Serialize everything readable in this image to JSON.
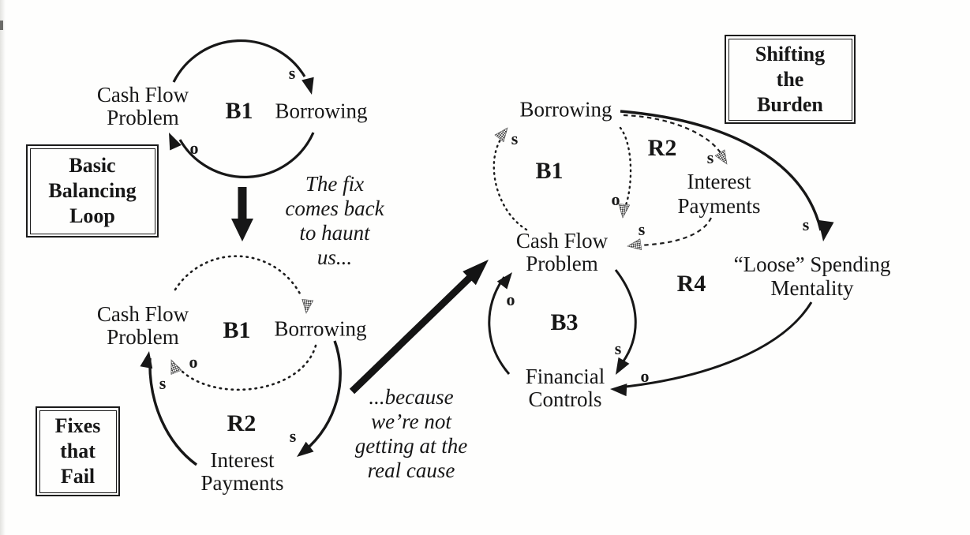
{
  "polarity": {
    "s": "s",
    "o": "o"
  },
  "loops": {
    "b1": "B1",
    "r2": "R2",
    "b3": "B3",
    "r4": "R4"
  },
  "sections": {
    "basic": {
      "box_label": "Basic\nBalancing\nLoop",
      "nodes": {
        "cash_flow": "Cash Flow\nProblem",
        "borrowing": "Borrowing"
      }
    },
    "fixes": {
      "box_label": "Fixes\nthat\nFail",
      "nodes": {
        "cash_flow": "Cash Flow\nProblem",
        "borrowing": "Borrowing",
        "interest": "Interest\nPayments"
      }
    },
    "shifting": {
      "box_label": "Shifting\nthe\nBurden",
      "nodes": {
        "borrowing": "Borrowing",
        "cash_flow": "Cash Flow\nProblem",
        "interest": "Interest\nPayments",
        "financial": "Financial\nControls",
        "loose": "“Loose” Spending\nMentality"
      }
    }
  },
  "notes": {
    "fix_haunt": "The fix\ncomes back\nto haunt\nus...",
    "real_cause": "...because\nwe’re not\ngetting at the\nreal cause"
  }
}
